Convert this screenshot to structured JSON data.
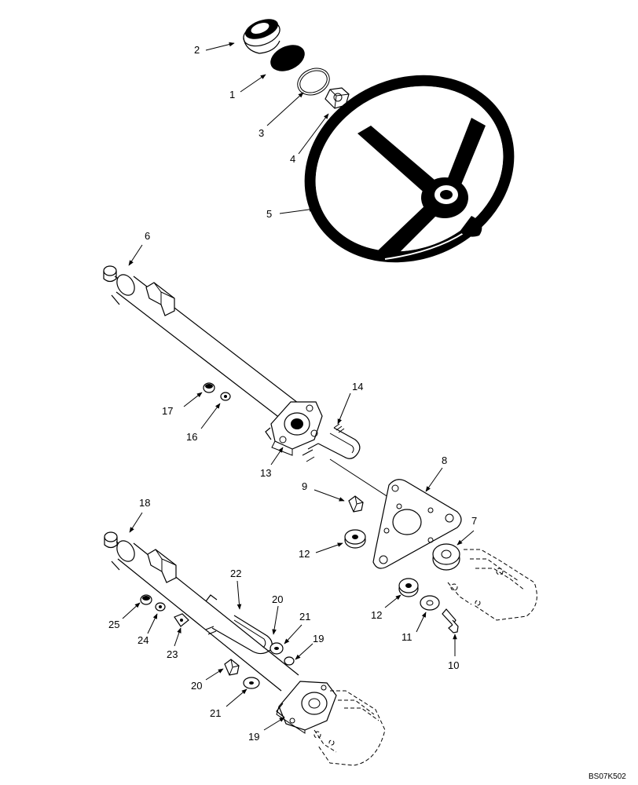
{
  "diagram_code": "BS07K502",
  "callouts": {
    "c1": "1",
    "c2": "2",
    "c3": "3",
    "c4": "4",
    "c5": "5",
    "c6": "6",
    "c7": "7",
    "c8": "8",
    "c9": "9",
    "c10": "10",
    "c11": "11",
    "c12a": "12",
    "c12b": "12",
    "c13": "13",
    "c14": "14",
    "c16": "16",
    "c17": "17",
    "c18": "18",
    "c19a": "19",
    "c19b": "19",
    "c20a": "20",
    "c20b": "20",
    "c21a": "21",
    "c21b": "21",
    "c22": "22",
    "c23": "23",
    "c24": "24",
    "c25": "25"
  }
}
